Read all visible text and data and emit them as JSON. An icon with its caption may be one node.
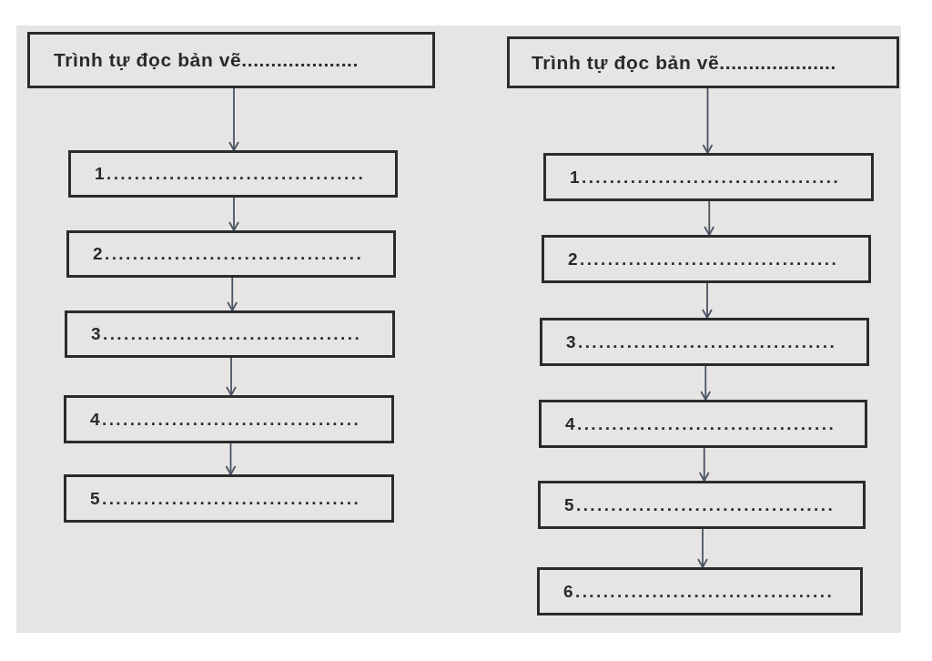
{
  "diagram": {
    "nodes": [
      {
        "text": [
          "Trình tự đọc bản vẽ...................."
        ]
      },
      {
        "text": [
          "1....................................."
        ]
      },
      {
        "text": [
          "2....................................."
        ]
      },
      {
        "text": [
          "3....................................."
        ]
      },
      {
        "text": [
          "4....................................."
        ]
      },
      {
        "text": [
          "5....................................."
        ]
      },
      {
        "text": [
          "Trình tự đọc bản vẽ...................."
        ]
      },
      {
        "text": [
          "1....................................."
        ]
      },
      {
        "text": [
          "2....................................."
        ]
      },
      {
        "text": [
          "3....................................."
        ]
      },
      {
        "text": [
          "4....................................."
        ]
      },
      {
        "text": [
          "5....................................."
        ]
      },
      {
        "text": [
          "6....................................."
        ]
      }
    ],
    "edges": [
      {
        "from": 0,
        "to": 1,
        "arrow": "to"
      },
      {
        "from": 1,
        "to": 2,
        "arrow": "to"
      },
      {
        "from": 2,
        "to": 3,
        "arrow": "to"
      },
      {
        "from": 3,
        "to": 4,
        "arrow": "to"
      },
      {
        "from": 4,
        "to": 5,
        "arrow": "to"
      },
      {
        "from": 6,
        "to": 7,
        "arrow": "to"
      },
      {
        "from": 7,
        "to": 8,
        "arrow": "to"
      },
      {
        "from": 8,
        "to": 9,
        "arrow": "to"
      },
      {
        "from": 9,
        "to": 10,
        "arrow": "to"
      },
      {
        "from": 10,
        "to": 11,
        "arrow": "to"
      },
      {
        "from": 11,
        "to": 12,
        "arrow": "to"
      }
    ]
  }
}
